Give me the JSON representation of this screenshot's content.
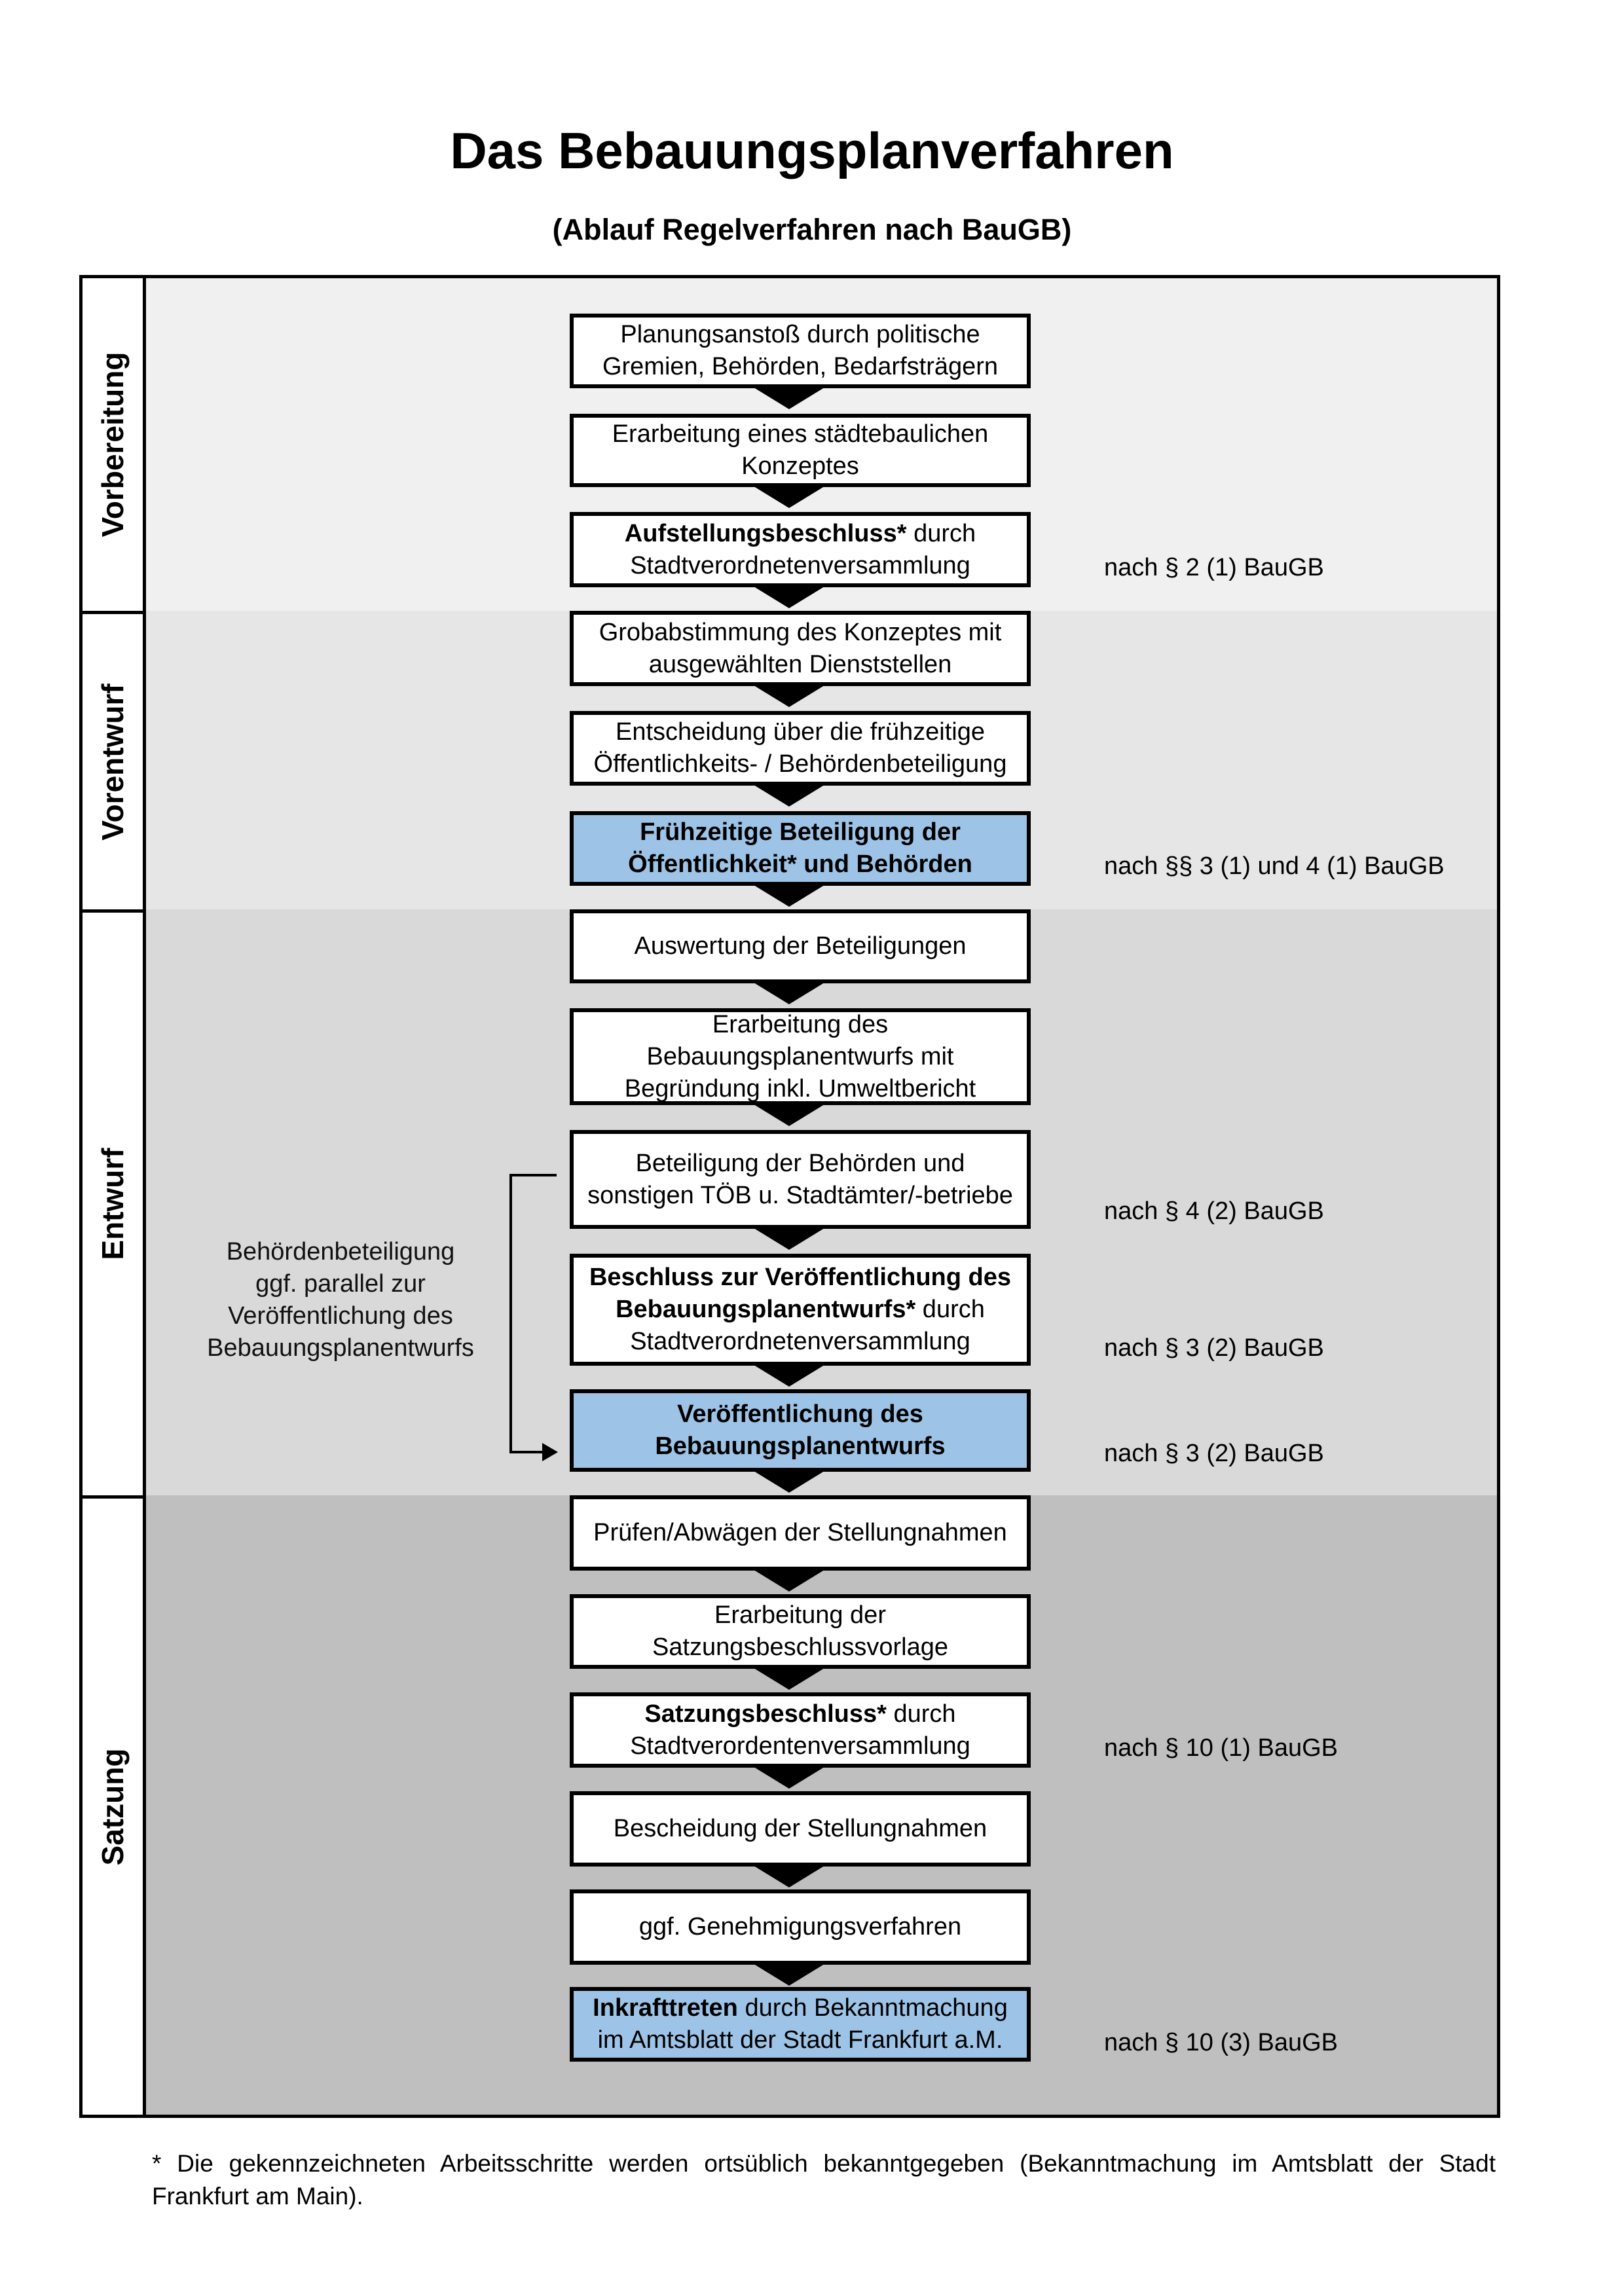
{
  "title": "Das Bebauungsplanverfahren",
  "subtitle": "(Ablauf Regelverfahren nach BauGB)",
  "colors": {
    "vorbereitung": "#f0f0f0",
    "vorentwurf": "#e6e6e6",
    "entwurf": "#d9d9d9",
    "satzung": "#bfbfbf",
    "highlight": "#9dc3e6"
  },
  "phases": [
    {
      "label": "Vorbereitung"
    },
    {
      "label": "Vorentwurf"
    },
    {
      "label": "Entwurf"
    },
    {
      "label": "Satzung"
    }
  ],
  "steps": [
    {
      "highlight": false,
      "lines": [
        [
          {
            "t": "Planungsanstoß durch politische"
          }
        ],
        [
          {
            "t": "Gremien, Behörden, Bedarfsträgern"
          }
        ]
      ]
    },
    {
      "highlight": false,
      "lines": [
        [
          {
            "t": "Erarbeitung eines städtebaulichen"
          }
        ],
        [
          {
            "t": "Konzeptes"
          }
        ]
      ]
    },
    {
      "highlight": false,
      "lines": [
        [
          {
            "t": "Aufstellungsbeschluss*",
            "b": true
          },
          {
            "t": " durch"
          }
        ],
        [
          {
            "t": "Stadtverordnetenversammlung"
          }
        ]
      ]
    },
    {
      "highlight": false,
      "lines": [
        [
          {
            "t": "Grobabstimmung des Konzeptes mit"
          }
        ],
        [
          {
            "t": "ausgewählten Dienststellen"
          }
        ]
      ]
    },
    {
      "highlight": false,
      "lines": [
        [
          {
            "t": "Entscheidung über die frühzeitige"
          }
        ],
        [
          {
            "t": "Öffentlichkeits- / Behördenbeteiligung"
          }
        ]
      ]
    },
    {
      "highlight": true,
      "lines": [
        [
          {
            "t": "Frühzeitige Beteiligung der",
            "b": true
          }
        ],
        [
          {
            "t": "Öffentlichkeit* und Behörden",
            "b": true
          }
        ]
      ]
    },
    {
      "highlight": false,
      "lines": [
        [
          {
            "t": "Auswertung der Beteiligungen"
          }
        ]
      ]
    },
    {
      "highlight": false,
      "lines": [
        [
          {
            "t": "Erarbeitung des"
          }
        ],
        [
          {
            "t": "Bebauungsplanentwurfs mit"
          }
        ],
        [
          {
            "t": "Begründung inkl. Umweltbericht"
          }
        ]
      ]
    },
    {
      "highlight": false,
      "lines": [
        [
          {
            "t": "Beteiligung der Behörden und"
          }
        ],
        [
          {
            "t": "sonstigen TÖB u. Stadtämter/-betriebe"
          }
        ]
      ]
    },
    {
      "highlight": false,
      "lines": [
        [
          {
            "t": "Beschluss zur Veröffentlichung des",
            "b": true
          }
        ],
        [
          {
            "t": "Bebauungsplanentwurfs*",
            "b": true
          },
          {
            "t": " durch"
          }
        ],
        [
          {
            "t": "Stadtverordnetenversammlung"
          }
        ]
      ]
    },
    {
      "highlight": true,
      "lines": [
        [
          {
            "t": "Veröffentlichung des",
            "b": true
          }
        ],
        [
          {
            "t": "Bebauungsplanentwurfs",
            "b": true
          }
        ]
      ]
    },
    {
      "highlight": false,
      "lines": [
        [
          {
            "t": "Prüfen/Abwägen der Stellungnahmen"
          }
        ]
      ]
    },
    {
      "highlight": false,
      "lines": [
        [
          {
            "t": "Erarbeitung der"
          }
        ],
        [
          {
            "t": "Satzungsbeschlussvorlage"
          }
        ]
      ]
    },
    {
      "highlight": false,
      "lines": [
        [
          {
            "t": "Satzungsbeschluss*",
            "b": true
          },
          {
            "t": " durch"
          }
        ],
        [
          {
            "t": "Stadtverordentenversammlung"
          }
        ]
      ]
    },
    {
      "highlight": false,
      "lines": [
        [
          {
            "t": "Bescheidung der Stellungnahmen"
          }
        ]
      ]
    },
    {
      "highlight": false,
      "lines": [
        [
          {
            "t": "ggf. Genehmigungsverfahren"
          }
        ]
      ]
    },
    {
      "highlight": true,
      "lines": [
        [
          {
            "t": "Inkrafttreten",
            "b": true
          },
          {
            "t": " durch Bekanntmachung"
          }
        ],
        [
          {
            "t": "im Amtsblatt der Stadt Frankfurt a.M."
          }
        ]
      ]
    }
  ],
  "notes": [
    "nach § 2 (1) BauGB",
    "nach §§ 3 (1) und 4 (1) BauGB",
    "nach § 4 (2) BauGB",
    "nach § 3 (2) BauGB",
    "nach § 3 (2) BauGB",
    "nach § 10 (1) BauGB",
    "nach § 10 (3) BauGB"
  ],
  "side_note": [
    "Behördenbeteiligung",
    "ggf. parallel zur",
    "Veröffentlichung des",
    "Bebauungsplanentwurfs"
  ],
  "footnote": "* Die gekennzeichneten Arbeitsschritte werden ortsüblich bekanntgegeben (Bekanntmachung im Amtsblatt  der Stadt Frankfurt am Main)."
}
